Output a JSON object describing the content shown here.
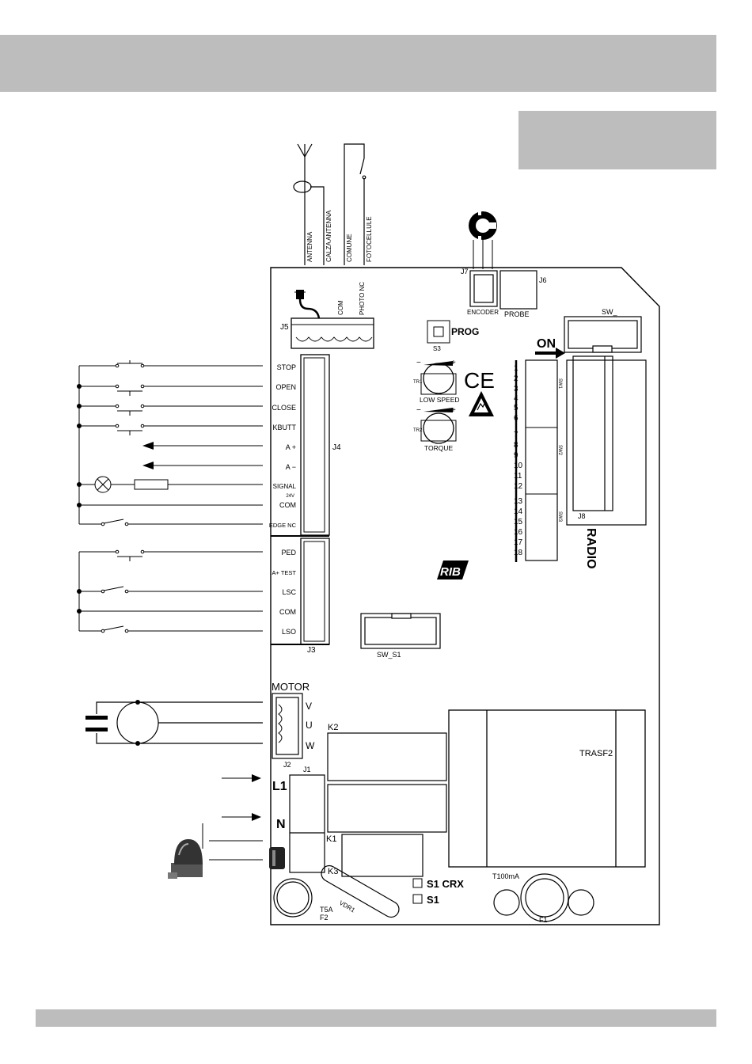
{
  "wire_labels": {
    "antenna": "ANTENNA",
    "calza_antenna": "CALZA ANTENNA",
    "comune": "COMUNE",
    "fotocellule": "FOTOCELLULE"
  },
  "j5": {
    "name": "J5",
    "com": "COM",
    "photo_nc": "PHOTO NC"
  },
  "j4": {
    "name": "J4",
    "terminals": [
      "STOP",
      "OPEN",
      "CLOSE",
      "KBUTT",
      "A +",
      "A −",
      "SIGNAL",
      "COM",
      "EDGE NC"
    ],
    "sub_label": "24V"
  },
  "j3": {
    "name": "J3",
    "terminals": [
      "PED",
      "A+ TEST",
      "LSC",
      "COM",
      "LSO"
    ]
  },
  "j7": {
    "name": "J7",
    "label": "ENCODER"
  },
  "j6": {
    "name": "J6",
    "label": "PROBE"
  },
  "sw_top": "SW_",
  "s3": {
    "name": "S3",
    "label": "PROG"
  },
  "tr1": {
    "name": "TR1",
    "label": "LOW SPEED",
    "minus": "−",
    "plus": "+"
  },
  "tr2": {
    "name": "TR2",
    "label": "TORQUE",
    "minus": "−",
    "plus": "+"
  },
  "ce_mark": "CE",
  "dip": {
    "on_label": "ON",
    "numbers": [
      "1",
      "2",
      "3",
      "4",
      "5",
      "6",
      "7",
      "8",
      "9",
      "10",
      "11",
      "12",
      "13",
      "14",
      "15",
      "16",
      "17",
      "18"
    ],
    "banks": [
      "SW1",
      "SW2",
      "SW3"
    ]
  },
  "j8": {
    "name": "J8",
    "label": "RADIO"
  },
  "logo": "RIB",
  "sw_s1": "SW_S1",
  "motor": {
    "title": "MOTOR",
    "terminals": [
      "V",
      "U",
      "W"
    ],
    "connector": "J2"
  },
  "power": {
    "connector": "J1",
    "l1": "L1",
    "n": "N"
  },
  "relays": [
    "K2",
    "K1",
    "K3"
  ],
  "transformer": "TRASF2",
  "fuse_t100": "T100mA",
  "fuse_f1": "F1",
  "fuse_t5a": "T5A",
  "fuse_f2": "F2",
  "vdr": "VDR1",
  "s1crx": "S1 CRX",
  "s1": "S1"
}
